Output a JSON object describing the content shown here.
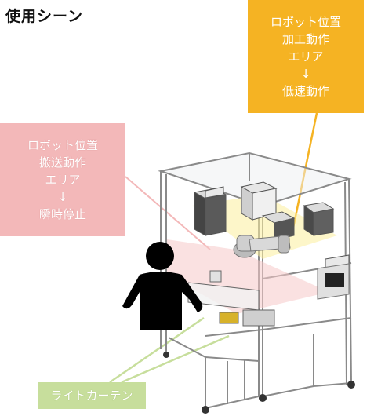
{
  "title": "使用シーン",
  "callouts": {
    "slow_zone": {
      "lines": [
        "ロボット位置",
        "加工動作",
        "エリア",
        "↓",
        "低速動作"
      ],
      "color": "#f5b323"
    },
    "stop_zone": {
      "lines": [
        "ロボット位置",
        "搬送動作",
        "エリア",
        "↓",
        "瞬時停止"
      ],
      "color": "#f3b8b9"
    },
    "light_curtain": {
      "label": "ライトカーテン",
      "color": "#c7de9c"
    }
  }
}
